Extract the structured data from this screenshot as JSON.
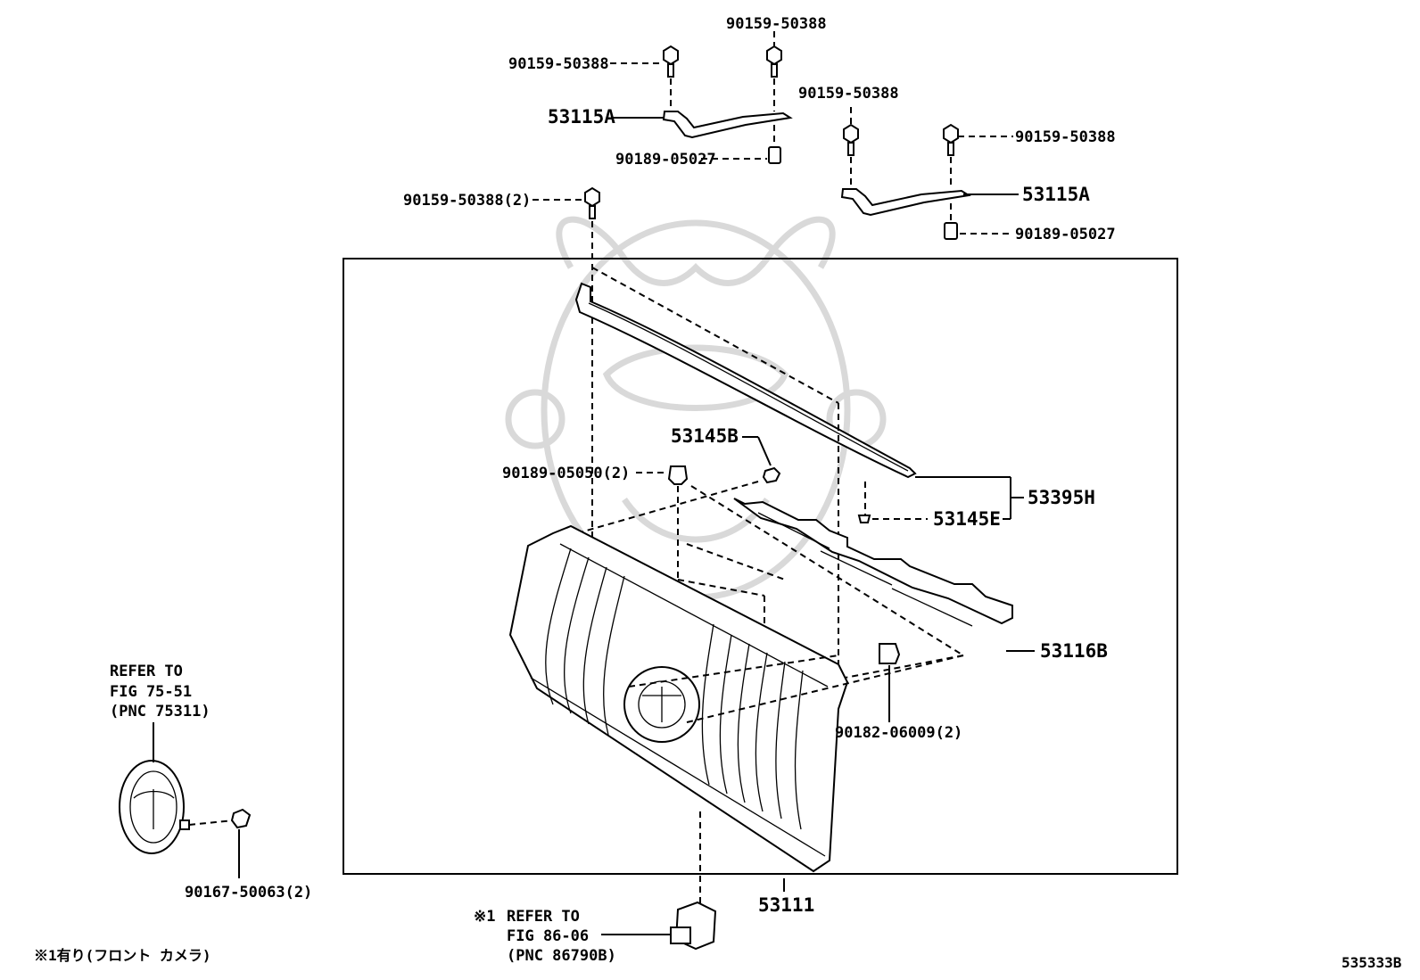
{
  "diagram_id": "535333B",
  "footnote": "※1有り(フロント カメラ)",
  "refs": {
    "headlamp": [
      "REFER TO",
      "FIG 75-51",
      "(PNC 75311)"
    ],
    "camera_mark": "※1",
    "camera": [
      "REFER TO",
      "FIG 86-06",
      "(PNC 86790B)"
    ]
  },
  "parts": {
    "bolt_top": "90159-50388",
    "bolt_left": "90159-50388",
    "bracket_left": "53115A",
    "nut_left": "90189-05027",
    "bolt_mid": "90159-50388",
    "bolt_right": "90159-50388",
    "bracket_right": "53115A",
    "nut_right": "90189-05027",
    "bolt_grille": "90159-50388(2)",
    "clip_53145b": "53145B",
    "clip_90189": "90189-05050(2)",
    "molding": "53395H",
    "clip_53145e": "53145E",
    "retainer": "53116B",
    "nut_90182": "90182-06009(2)",
    "grille": "53111",
    "screw_90167": "90167-50063(2)"
  }
}
